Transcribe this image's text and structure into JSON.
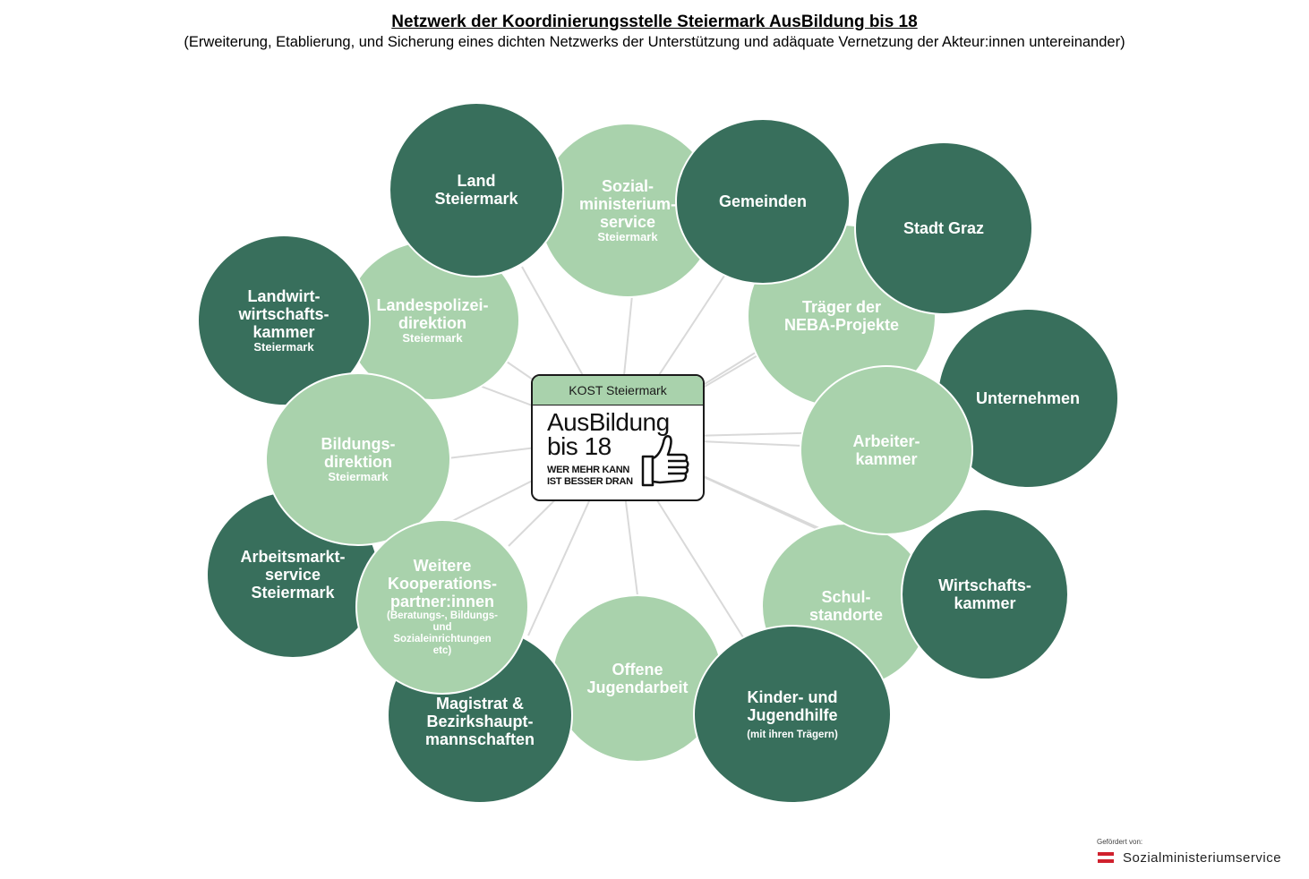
{
  "title": "Netzwerk der Koordinierungsstelle Steiermark AusBildung bis 18",
  "subtitle": "(Erweiterung, Etablierung, und Sicherung eines dichten Netzwerks der Unterstützung und adäquate Vernetzung der Akteur:innen untereinander)",
  "colors": {
    "dark": "#386f5c",
    "light": "#a9d2ac",
    "line": "#d9d9d9"
  },
  "center": {
    "header": "KOST Steiermark",
    "logo_text": "AusBildung\nbis 18",
    "slogan": "WER MEHR KANN\nIST BESSER DRAN",
    "icon": "thumbs-up-icon"
  },
  "nodes": {
    "sozialministeriumservice": {
      "label": "Sozial-\nministerium-\nservice",
      "sub": "Steiermark"
    },
    "land": {
      "label": "Land\nSteiermark"
    },
    "gemeinden": {
      "label": "Gemeinden"
    },
    "stadt_graz": {
      "label": "Stadt Graz"
    },
    "neba": {
      "label": "Träger der\nNEBA-Projekte"
    },
    "unternehmen": {
      "label": "Unternehmen"
    },
    "arbeiterkammer": {
      "label": "Arbeiter-\nkammer"
    },
    "wirtschaftskammer": {
      "label": "Wirtschafts-\nkammer"
    },
    "schulstandorte": {
      "label": "Schul-\nstandorte"
    },
    "kinder_jugendhilfe": {
      "label": "Kinder- und\nJugendhilfe",
      "note": "(mit ihren Trägern)"
    },
    "offene_jugendarbeit": {
      "label": "Offene\nJugendarbeit"
    },
    "magistrat": {
      "label": "Magistrat &\nBezirkshaupt-\nmannschaften"
    },
    "weitere": {
      "label": "Weitere\nKooperations-\npartner:innen",
      "note": "(Beratungs-, Bildungs-\nund\nSozialeinrichtungen\netc)"
    },
    "ams": {
      "label": "Arbeitsmarkt-\nservice\nSteiermark"
    },
    "bildungsdirektion": {
      "label": "Bildungs-\ndirektion",
      "sub": "Steiermark"
    },
    "landwirtschaftskammer": {
      "label": "Landwirt-\nwirtschafts-\nkammer",
      "sub": "Steiermark"
    },
    "landespolizeidirektion": {
      "label": "Landespolizei-\ndirektion",
      "sub": "Steiermark"
    }
  },
  "footer": {
    "label": "Gefördert von:",
    "brand": "Sozialministeriumservice"
  }
}
